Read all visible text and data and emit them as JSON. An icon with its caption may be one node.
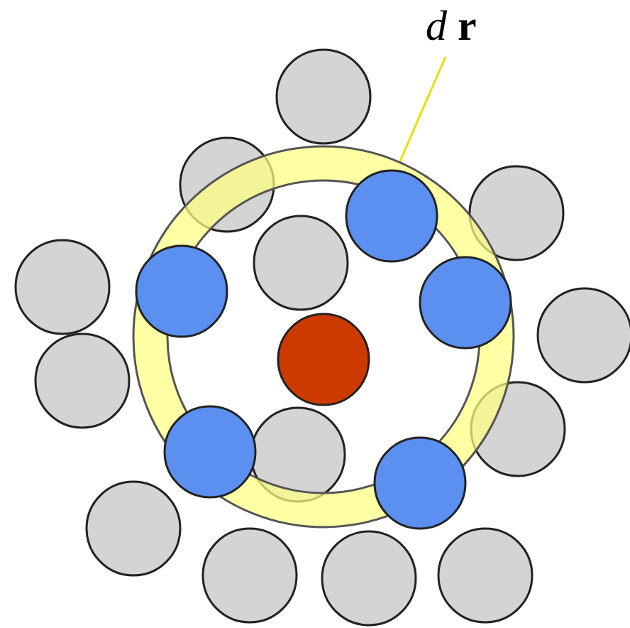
{
  "diagram": {
    "nodes": [
      {
        "text": [
          "*d* **r**"
        ]
      },
      {
        "text": [],
        "shape": "ring"
      }
    ],
    "edges": [
      {
        "from": 0,
        "to": 1,
        "arrow": "none"
      }
    ]
  }
}
